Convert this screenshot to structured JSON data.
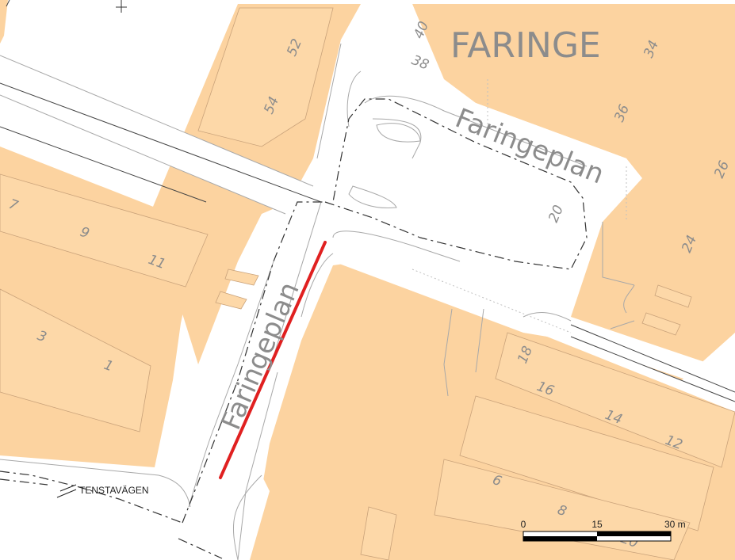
{
  "map": {
    "area_label": "FARINGE",
    "street_labels": [
      "Faringeplan",
      "Faringeplan"
    ],
    "road_label": "TENSTAVÄGEN",
    "house_numbers": [
      "40",
      "52",
      "38",
      "34",
      "54",
      "36",
      "26",
      "20",
      "24",
      "7",
      "9",
      "11",
      "3",
      "1",
      "18",
      "16",
      "14",
      "12",
      "6",
      "8",
      "20"
    ],
    "highlight_color": "#e02020",
    "scale_bar": {
      "ticks": [
        "0",
        "15",
        "30 m"
      ]
    }
  }
}
